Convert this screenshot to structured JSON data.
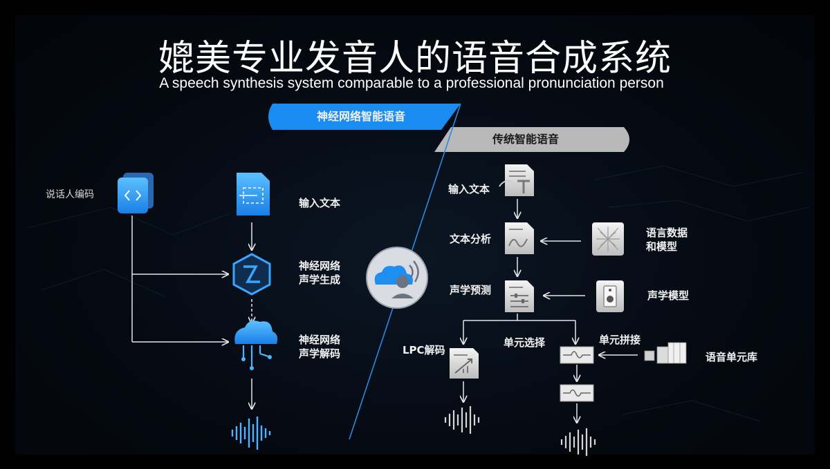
{
  "title": "媲美专业发音人的语音合成系统",
  "subtitle": "A speech synthesis system comparable to a professional pronunciation person",
  "neural": {
    "header": "神经网络智能语音",
    "speaker_encoding": "说话人编码",
    "input_text": "输入文本",
    "acoustic_gen_line1": "神经网络",
    "acoustic_gen_line2": "声学生成",
    "acoustic_dec_line1": "神经网络",
    "acoustic_dec_line2": "声学解码"
  },
  "traditional": {
    "header": "传统智能语音",
    "input_text": "输入文本",
    "text_analysis": "文本分析",
    "lang_data_line1": "语言数据",
    "lang_data_line2": "和模型",
    "acoustic_pred": "声学预测",
    "acoustic_model": "声学模型",
    "lpc_decode": "LPC解码",
    "unit_select": "单元选择",
    "unit_concat": "单元拼接",
    "unit_db": "语音单元库"
  },
  "colors": {
    "blue_accent": "#1a8bf0",
    "blue_light": "#4fb3ff",
    "gray_header": "#b9b9b9",
    "arrow_white": "#e6e6e6"
  },
  "icons": [
    "code-file-icon",
    "document-icon",
    "neural-hexagon-icon",
    "cloud-network-icon",
    "waveform-icon",
    "cloud-voice-icon",
    "text-doc-icon",
    "analysis-doc-icon",
    "language-model-icon",
    "acoustic-doc-icon",
    "speaker-icon",
    "lpc-chart-icon",
    "unit-wave-icon",
    "unit-cubes-icon"
  ]
}
